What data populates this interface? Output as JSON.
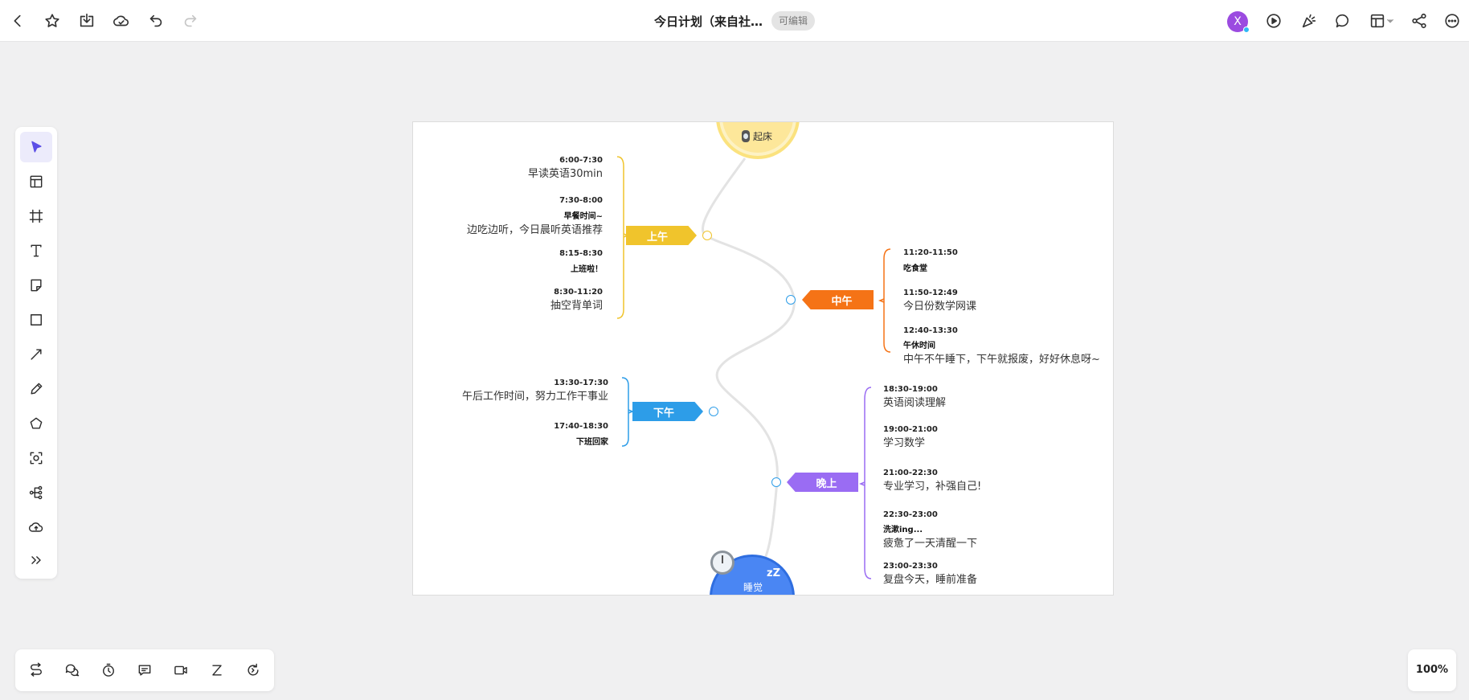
{
  "header": {
    "title": "今日计划（来自社…",
    "edit_badge": "可编辑",
    "avatar_letter": "X",
    "avatar_color": "#9b4be0"
  },
  "zoom": "100%",
  "mindmap": {
    "start": {
      "label": "起床",
      "icon": "watch-icon",
      "color": "#fde79a"
    },
    "end": {
      "label": "睡觉",
      "sleep_mark": "zZ",
      "icon": "clock-icon",
      "color": "#4a86f3"
    },
    "branches": {
      "morning": {
        "label": "上午",
        "color": "#f0c42c",
        "items": [
          {
            "time": "6:00-7:30",
            "text": "早读英语30min"
          },
          {
            "time": "7:30-8:00",
            "bold": "早餐时间~",
            "text": "边吃边听，今日晨听英语推荐"
          },
          {
            "time": "8:15-8:30",
            "bold": "上班啦！"
          },
          {
            "time": "8:30-11:20",
            "text": "抽空背单词"
          }
        ]
      },
      "noon": {
        "label": "中午",
        "color": "#f57316",
        "items": [
          {
            "time": "11:20-11:50",
            "bold": "吃食堂"
          },
          {
            "time": "11:50-12:49",
            "text": "今日份数学网课"
          },
          {
            "time": "12:40-13:30",
            "bold": "午休时间",
            "text": "中午不午睡下，下午就报废，好好休息呀~"
          }
        ]
      },
      "afternoon": {
        "label": "下午",
        "color": "#2d9de8",
        "items": [
          {
            "time": "13:30-17:30",
            "text": "午后工作时间，努力工作干事业"
          },
          {
            "time": "17:40-18:30",
            "bold": "下班回家"
          }
        ]
      },
      "evening": {
        "label": "晚上",
        "color": "#9a6cf3",
        "items": [
          {
            "time": "18:30-19:00",
            "text": "英语阅读理解"
          },
          {
            "time": "19:00-21:00",
            "text": "学习数学"
          },
          {
            "time": "21:00-22:30",
            "text": "专业学习，补强自己!"
          },
          {
            "time": "22:30-23:00",
            "bold": "洗漱ing...",
            "text": "疲惫了一天清醒一下"
          },
          {
            "time": "23:00-23:30",
            "text": "复盘今天，睡前准备"
          }
        ]
      }
    }
  },
  "top_actions_left": [
    "back-icon",
    "star-icon",
    "download-icon",
    "cloud-icon",
    "undo-icon",
    "redo-icon"
  ],
  "top_actions_right": [
    "present-icon",
    "celebrate-icon",
    "comment-icon",
    "layout-icon",
    "share-icon",
    "more-icon"
  ],
  "left_tools": [
    "select-icon",
    "template-icon",
    "frame-icon",
    "text-icon",
    "sticky-note-icon",
    "rectangle-icon",
    "line-icon",
    "pen-icon",
    "shape-icon",
    "capture-icon",
    "mindmap-icon",
    "upload-icon",
    "expand-icon"
  ],
  "bottom_tools": [
    "switch-icon",
    "chat-icon",
    "timer-icon",
    "message-icon",
    "video-icon",
    "sleep-z-icon",
    "refresh-icon"
  ]
}
